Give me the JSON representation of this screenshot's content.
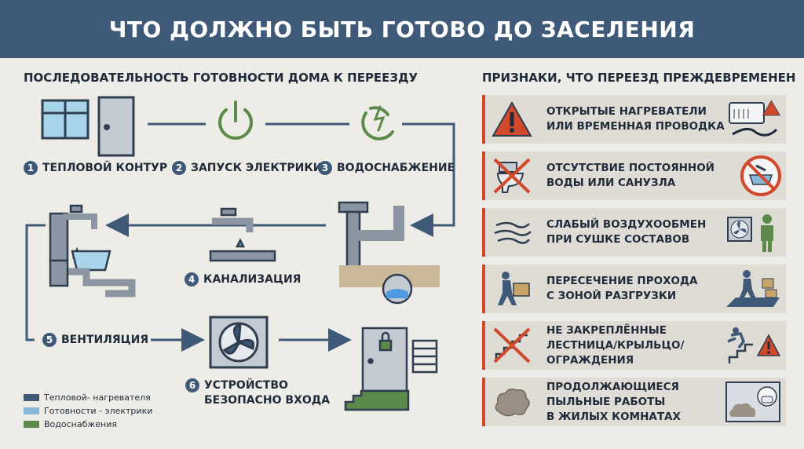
{
  "header": {
    "title": "ЧТО ДОЛЖНО БЫТЬ ГОТОВО ДО ЗАСЕЛЕНИЯ"
  },
  "left": {
    "title": "ПОСЛЕДОВАТЕЛЬНОСТЬ ГОТОВНОСТИ ДОМА К ПЕРЕЕЗДУ",
    "steps": [
      {
        "num": "1",
        "label": "ТЕПЛОВОЙ КОНТУР",
        "icon": "window-door-icon"
      },
      {
        "num": "2",
        "label": "ЗАПУСК ЭЛЕКТРИКИ",
        "icon": "power-icon"
      },
      {
        "num": "3",
        "label": "ВОДОСНАБЖЕНИЕ",
        "icon": "water-cycle-icon"
      },
      {
        "num": "4",
        "label": "КАНАЛИЗАЦИЯ",
        "icon": "faucet-pipe-icon"
      },
      {
        "num": "5",
        "label": "ВЕНТИЛЯЦИЯ",
        "icon": "fan-icon"
      },
      {
        "num": "6",
        "label_line1": "УСТРОЙСТВО",
        "label_line2": "БЕЗОПАСНО ВХОДА",
        "icon": "locked-door-icon"
      }
    ],
    "legend": [
      {
        "label": "Тепловой- нагревателя",
        "color": "#3f5a79"
      },
      {
        "label": "Готовности - электрики",
        "color": "#8ab6d6"
      },
      {
        "label": "Водоснабжения",
        "color": "#5b8a4a"
      }
    ]
  },
  "right": {
    "title": "ПРИЗНАКИ, ЧТО ПЕРЕЕЗД ПРЕЖДЕВРЕМЕНЕН",
    "cards": [
      {
        "line1": "ОТКРЫТЫЕ НАГРЕВАТЕЛИ",
        "line2": "ИЛИ ВРЕМЕННАЯ ПРОВОДКА",
        "line3": ""
      },
      {
        "line1": "ОТСУТСТВИЕ ПОСТОЯННОЙ",
        "line2": "ВОДЫ ИЛИ САНУЗЛА",
        "line3": ""
      },
      {
        "line1": "СЛАБЫЙ ВОЗДУХООБМЕН",
        "line2": "ПРИ СУШКЕ СОСТАВОВ",
        "line3": ""
      },
      {
        "line1": "ПЕРЕСЕЧЕНИЕ ПРОХОДА",
        "line2": "С ЗОНОЙ РАЗГРУЗКИ",
        "line3": ""
      },
      {
        "line1": "НЕ ЗАКРЕПЛЁННЫЕ",
        "line2": "ЛЕСТНИЦА/КРЫЛЬЦО/",
        "line3": "ОГРАЖДЕНИЯ"
      },
      {
        "line1": "ПРОДОЛЖАЮЩИЕСЯ",
        "line2": "ПЫЛЬНЫЕ РАБОТЫ",
        "line3": "В ЖИЛЫХ КОМНАТАХ"
      }
    ],
    "accent": "#d0492a"
  }
}
